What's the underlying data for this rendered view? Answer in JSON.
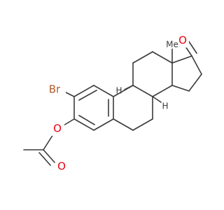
{
  "molecule": {
    "labels": {
      "bromine": "Br",
      "acetate_carbonyl_oxygen": "O",
      "acetate_ester_oxygen": "O",
      "ketone_oxygen": "O",
      "methyl": "Me",
      "h_ring_junction_9": "H",
      "h_ring_junction_14": "H"
    },
    "colors": {
      "bond": "#3a3a3a",
      "oxygen": "#e8000b",
      "bromine": "#b35a2a",
      "carbon_text": "#3a3a3a"
    }
  }
}
